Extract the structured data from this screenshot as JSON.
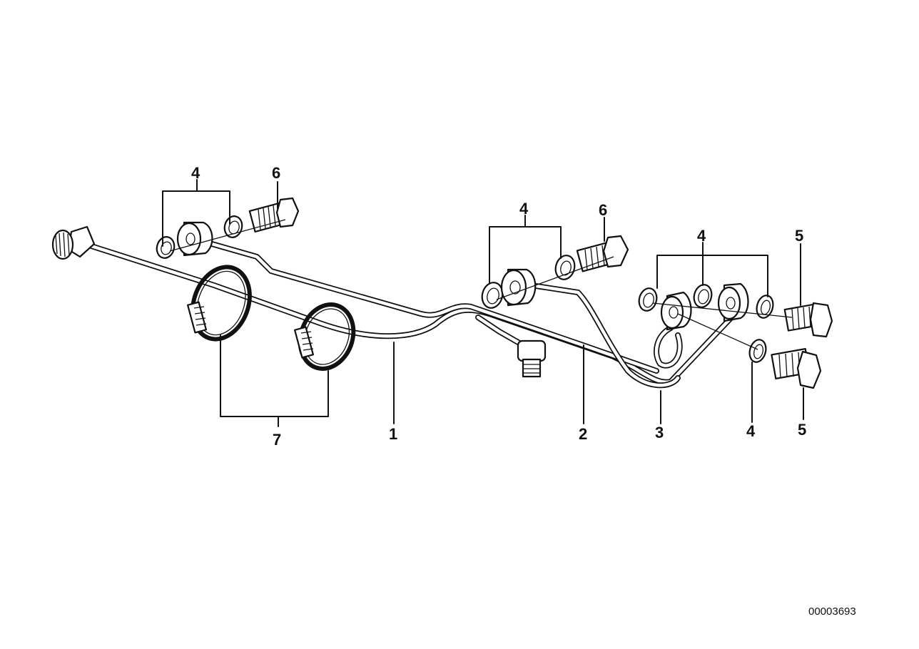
{
  "callouts": {
    "c1": "1",
    "c2": "2",
    "c3": "3",
    "c4a": "4",
    "c4b": "4",
    "c4c": "4",
    "c4d": "4",
    "c5a": "5",
    "c5b": "5",
    "c6a": "6",
    "c6b": "6",
    "c7": "7"
  },
  "reference_number": "00003693",
  "colors": {
    "line": "#111111",
    "background": "#ffffff"
  }
}
